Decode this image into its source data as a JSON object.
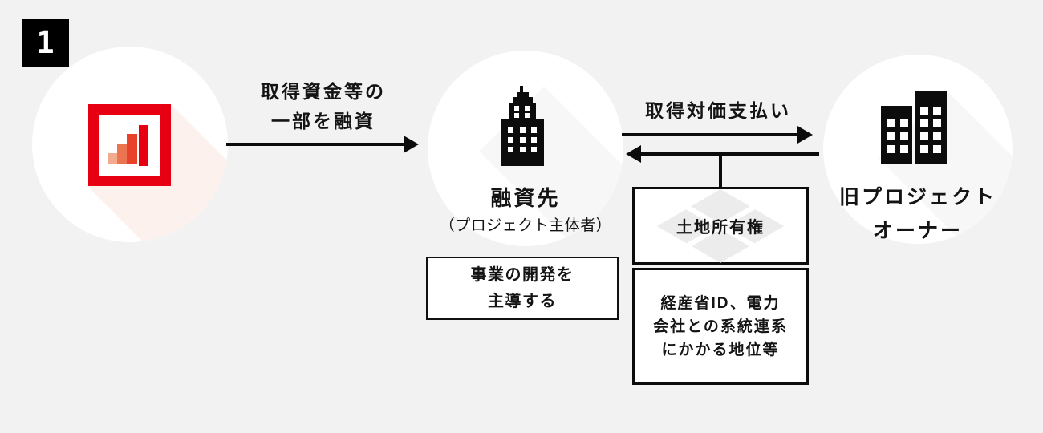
{
  "badge": {
    "number": "1"
  },
  "arrows": {
    "loan": {
      "label_line1": "取得資金等の",
      "label_line2": "一部を融資"
    },
    "payment": {
      "label": "取得対価支払い"
    },
    "handover": {
      "label": ""
    }
  },
  "lender": {
    "icon": "bar-chart-logo"
  },
  "borrower": {
    "icon": "office-building-icon",
    "title": "融資先",
    "subtitle": "（プロジェクト主体者）",
    "note_line1": "事業の開発を",
    "note_line2": "主導する"
  },
  "owner": {
    "icon": "two-buildings-icon",
    "line1": "旧プロジェクト",
    "line2": "オーナー"
  },
  "boxes": {
    "land": {
      "title": "土地所有権",
      "watermark": "land-parcel-icon"
    },
    "meti": {
      "line1": "経産省ID、電力",
      "line2": "会社との系統連系",
      "line3": "にかかる地位等"
    }
  },
  "colors": {
    "background": "#f2f2f2",
    "black": "#0c0c0c",
    "text": "#141414",
    "white": "#ffffff",
    "accent_red": "#e60012",
    "logo_bars": [
      "#f3ab8d",
      "#ed7450",
      "#e8432a",
      "#e60012"
    ],
    "shadow_pink": "#fdf1ee",
    "shadow_gray": "#f7f7f7",
    "watermark_gray": "#ececec"
  }
}
